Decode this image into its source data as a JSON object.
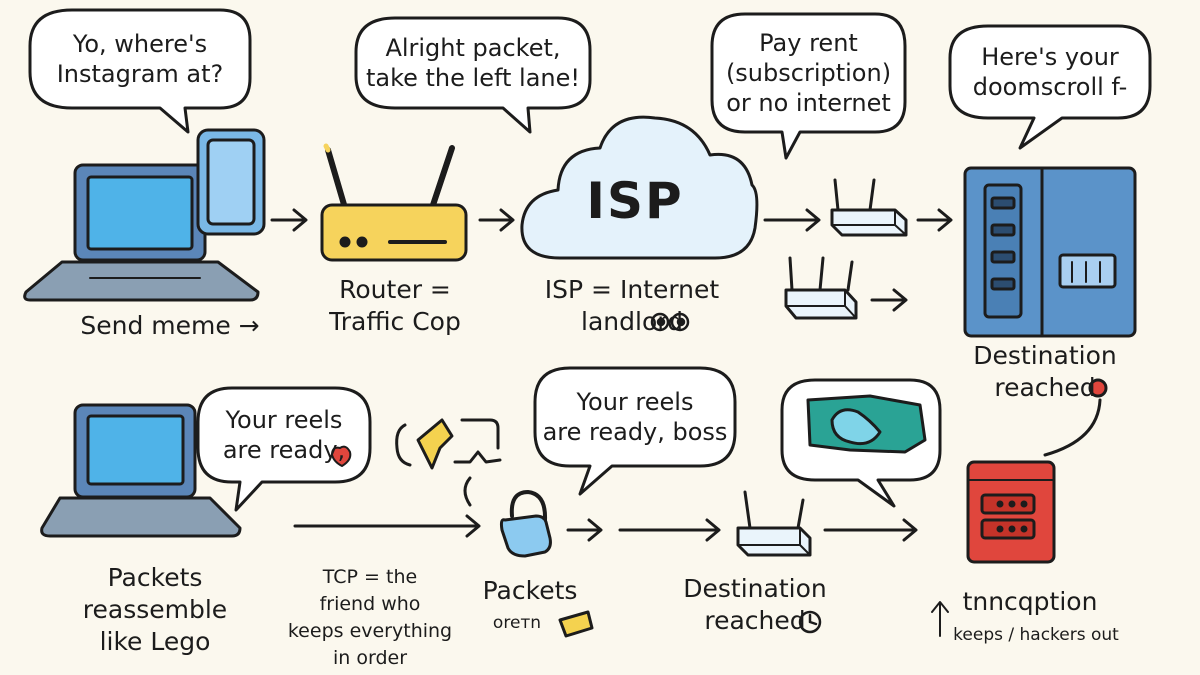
{
  "bubbles": {
    "instagram": "Yo, where's\nInstagram at?",
    "left_lane": "Alright packet,\ntake the left lane!",
    "rent": "Pay rent\n(subscription)\nor no internet",
    "doomscroll": "Here's your\ndoomscroll f-",
    "reels_left": "Your reels\nare ready,",
    "reels_boss": "Your reels\nare ready, boss"
  },
  "cloud_label": "ISP",
  "labels": {
    "send_meme": "Send meme →",
    "router": "Router =\nTraffic Cop",
    "isp": "ISP = Internet\nlandlord",
    "destination_top": "Destination\nreached",
    "reassemble": "Packets\nreassemble\nlike Lego",
    "tcp": "TCP = the\nfriend who\nkeeps everything\nin order",
    "packets": "Packets",
    "packets_sub": "oreтn",
    "destination_mid": "Destination\nreached",
    "encryption": "tnncqption",
    "encryption_sub": "keeps / hackers out"
  },
  "colors": {
    "ink": "#1c1c1c",
    "paper": "#fbf8ee",
    "laptop_blue": "#4fb3e8",
    "phone_blue": "#7ab8e6",
    "router_yellow": "#f6d35c",
    "cloud_fill": "#e4f2fb",
    "server_blue": "#5b93c9",
    "server_red": "#e0463d",
    "map_teal": "#2aa395",
    "packet_yellow": "#f4d24f"
  },
  "icons": [
    "laptop-icon",
    "phone-icon",
    "router-icon",
    "cloud-icon",
    "mini-router-icon",
    "server-rack-icon",
    "map-icon",
    "padlock-icon",
    "red-server-icon"
  ]
}
